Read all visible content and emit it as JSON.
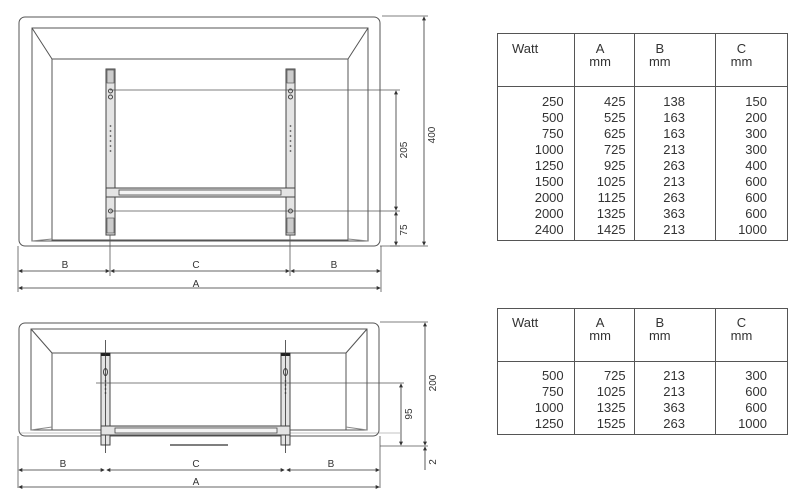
{
  "drawing_top": {
    "labels": {
      "b_left": "B",
      "c": "C",
      "b_right": "B",
      "a": "A"
    },
    "dims": {
      "total_height": "400",
      "mount_spacing": "205",
      "bottom_offset": "75"
    }
  },
  "drawing_bottom": {
    "labels": {
      "b_left": "B",
      "c": "C",
      "b_right": "B",
      "a": "A"
    },
    "dims": {
      "total_height": "200",
      "mount_spacing": "95",
      "bottom_gap": "2"
    }
  },
  "table_top": {
    "headers": [
      {
        "line1": "Watt",
        "line2": ""
      },
      {
        "line1": "A",
        "line2": "mm"
      },
      {
        "line1": "B",
        "line2": "mm"
      },
      {
        "line1": "C",
        "line2": "mm"
      }
    ],
    "rows": [
      [
        "250",
        "425",
        "138",
        "150"
      ],
      [
        "500",
        "525",
        "163",
        "200"
      ],
      [
        "750",
        "625",
        "163",
        "300"
      ],
      [
        "1000",
        "725",
        "213",
        "300"
      ],
      [
        "1250",
        "925",
        "263",
        "400"
      ],
      [
        "1500",
        "1025",
        "213",
        "600"
      ],
      [
        "2000",
        "1125",
        "263",
        "600"
      ],
      [
        "2000",
        "1325",
        "363",
        "600"
      ],
      [
        "2400",
        "1425",
        "213",
        "1000"
      ]
    ]
  },
  "table_bottom": {
    "headers": [
      {
        "line1": "Watt",
        "line2": ""
      },
      {
        "line1": "A",
        "line2": "mm"
      },
      {
        "line1": "B",
        "line2": "mm"
      },
      {
        "line1": "C",
        "line2": "mm"
      }
    ],
    "rows": [
      [
        "500",
        "725",
        "213",
        "300"
      ],
      [
        "750",
        "1025",
        "213",
        "600"
      ],
      [
        "1000",
        "1325",
        "363",
        "600"
      ],
      [
        "1250",
        "1525",
        "263",
        "1000"
      ]
    ]
  }
}
